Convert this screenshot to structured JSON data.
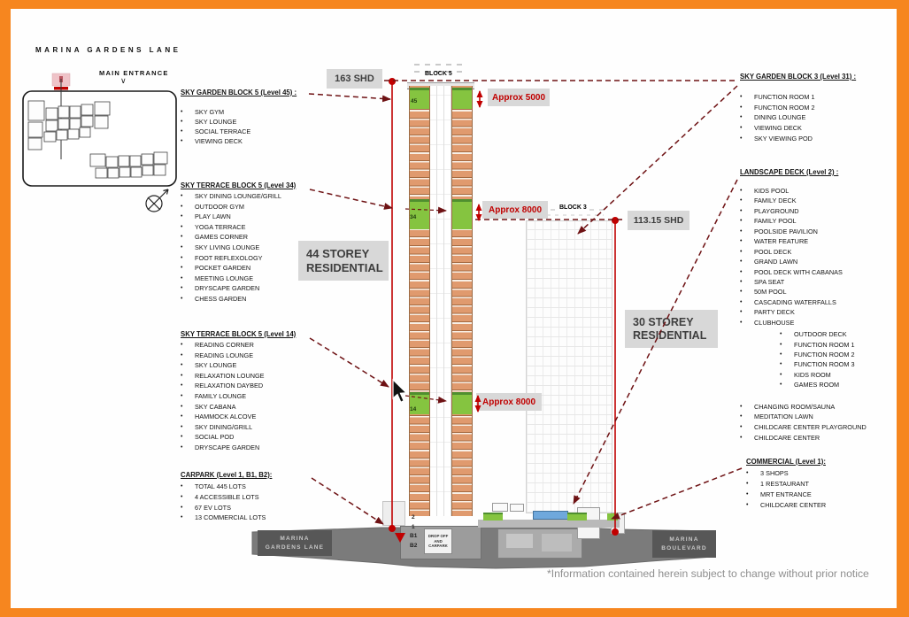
{
  "colors": {
    "frame_orange": "#F6861F",
    "accent_red": "#C00000",
    "connector_maroon": "#6E1214",
    "tower_band_salmon": "#E09A6E",
    "sky_level_green": "#85C440",
    "label_box_gray": "#D8D8D8",
    "ground_gray": "#7B7B7B",
    "pool_blue": "#6FA8DC"
  },
  "site_plan": {
    "title": "MARINA GARDENS LANE",
    "main_entrance_label": "MAIN ENTRANCE"
  },
  "left_annotations": {
    "sky_garden_block5": {
      "title": "SKY GARDEN BLOCK 5 (Level 45) :",
      "items": [
        "SKY GYM",
        "SKY LOUNGE",
        "SOCIAL TERRACE",
        "VIEWING DECK"
      ]
    },
    "sky_terrace_block5_l34": {
      "title": "SKY TERRACE BLOCK 5 (Level 34)",
      "items": [
        "SKY DINING LOUNGE/GRILL",
        "OUTDOOR GYM",
        "PLAY LAWN",
        "YOGA TERRACE",
        "GAMES CORNER",
        "SKY LIVING LOUNGE",
        "FOOT REFLEXOLOGY",
        "POCKET GARDEN",
        "MEETING LOUNGE",
        "DRYSCAPE GARDEN",
        "CHESS GARDEN"
      ]
    },
    "sky_terrace_block5_l14": {
      "title": "SKY TERRACE BLOCK 5 (Level 14)",
      "items": [
        "READING CORNER",
        "READING LOUNGE",
        "SKY LOUNGE",
        "RELAXATION LOUNGE",
        "RELAXATION DAYBED",
        "FAMILY LOUNGE",
        "SKY CABANA",
        "HAMMOCK ALCOVE",
        "SKY DINING/GRILL",
        "SOCIAL POD",
        "DRYSCAPE GARDEN"
      ]
    },
    "carpark": {
      "title": "CARPARK (Level 1, B1, B2):",
      "items": [
        "TOTAL 445 LOTS",
        "4 ACCESSIBLE LOTS",
        "67 EV LOTS",
        "13 COMMERCIAL LOTS"
      ]
    }
  },
  "right_annotations": {
    "sky_garden_block3": {
      "title": "SKY GARDEN BLOCK 3 (Level 31) :",
      "items": [
        "FUNCTION ROOM 1",
        "FUNCTION ROOM 2",
        "DINING LOUNGE",
        "VIEWING DECK",
        "SKY VIEWING POD"
      ]
    },
    "landscape_deck": {
      "title": "LANDSCAPE DECK (Level 2) :",
      "items": [
        "KIDS POOL",
        "FAMILY DECK",
        "PLAYGROUND",
        "FAMILY POOL",
        "POOLSIDE PAVILION",
        "WATER FEATURE",
        "POOL DECK",
        "GRAND LAWN",
        "POOL DECK WITH CABANAS",
        "SPA SEAT",
        "50M POOL",
        "CASCADING WATERFALLS",
        "PARTY DECK",
        "CLUBHOUSE"
      ],
      "clubhouse_subitems": [
        "OUTDOOR DECK",
        "FUNCTION ROOM 1",
        "FUNCTION ROOM 2",
        "FUNCTION ROOM 3",
        "KIDS ROOM",
        "GAMES ROOM"
      ],
      "more_items": [
        "CHANGING ROOM/SAUNA",
        "MEDITATION LAWN",
        "CHILDCARE CENTER PLAYGROUND",
        "CHILDCARE CENTER"
      ]
    },
    "commercial": {
      "title": "COMMERCIAL (Level 1):",
      "items": [
        "3 SHOPS",
        "1 RESTAURANT",
        "MRT ENTRANCE",
        "CHILDCARE CENTER"
      ]
    }
  },
  "section": {
    "block5_label": "BLOCK 5",
    "block3_label": "BLOCK 3",
    "block5_height": "163 SHD",
    "block3_height": "113.15 SHD",
    "dim_level45": "Approx 5000",
    "dim_level34": "Approx 8000",
    "dim_level14": "Approx 8000",
    "storey_44": "44 STOREY\nRESIDENTIAL",
    "storey_30": "30 STOREY\nRESIDENTIAL"
  },
  "tower": {
    "levels": [
      "45",
      "34",
      "14"
    ],
    "base_levels": [
      "2",
      "1",
      "B1",
      "B2"
    ],
    "podium_label": "DROP OFF\nAND\nCARPARK"
  },
  "roads": {
    "left": "MARINA\nGARDENS LANE",
    "right": "MARINA\nBOULEVARD"
  },
  "footer": {
    "disclaimer": "*Information contained herein subject to change without prior notice"
  }
}
